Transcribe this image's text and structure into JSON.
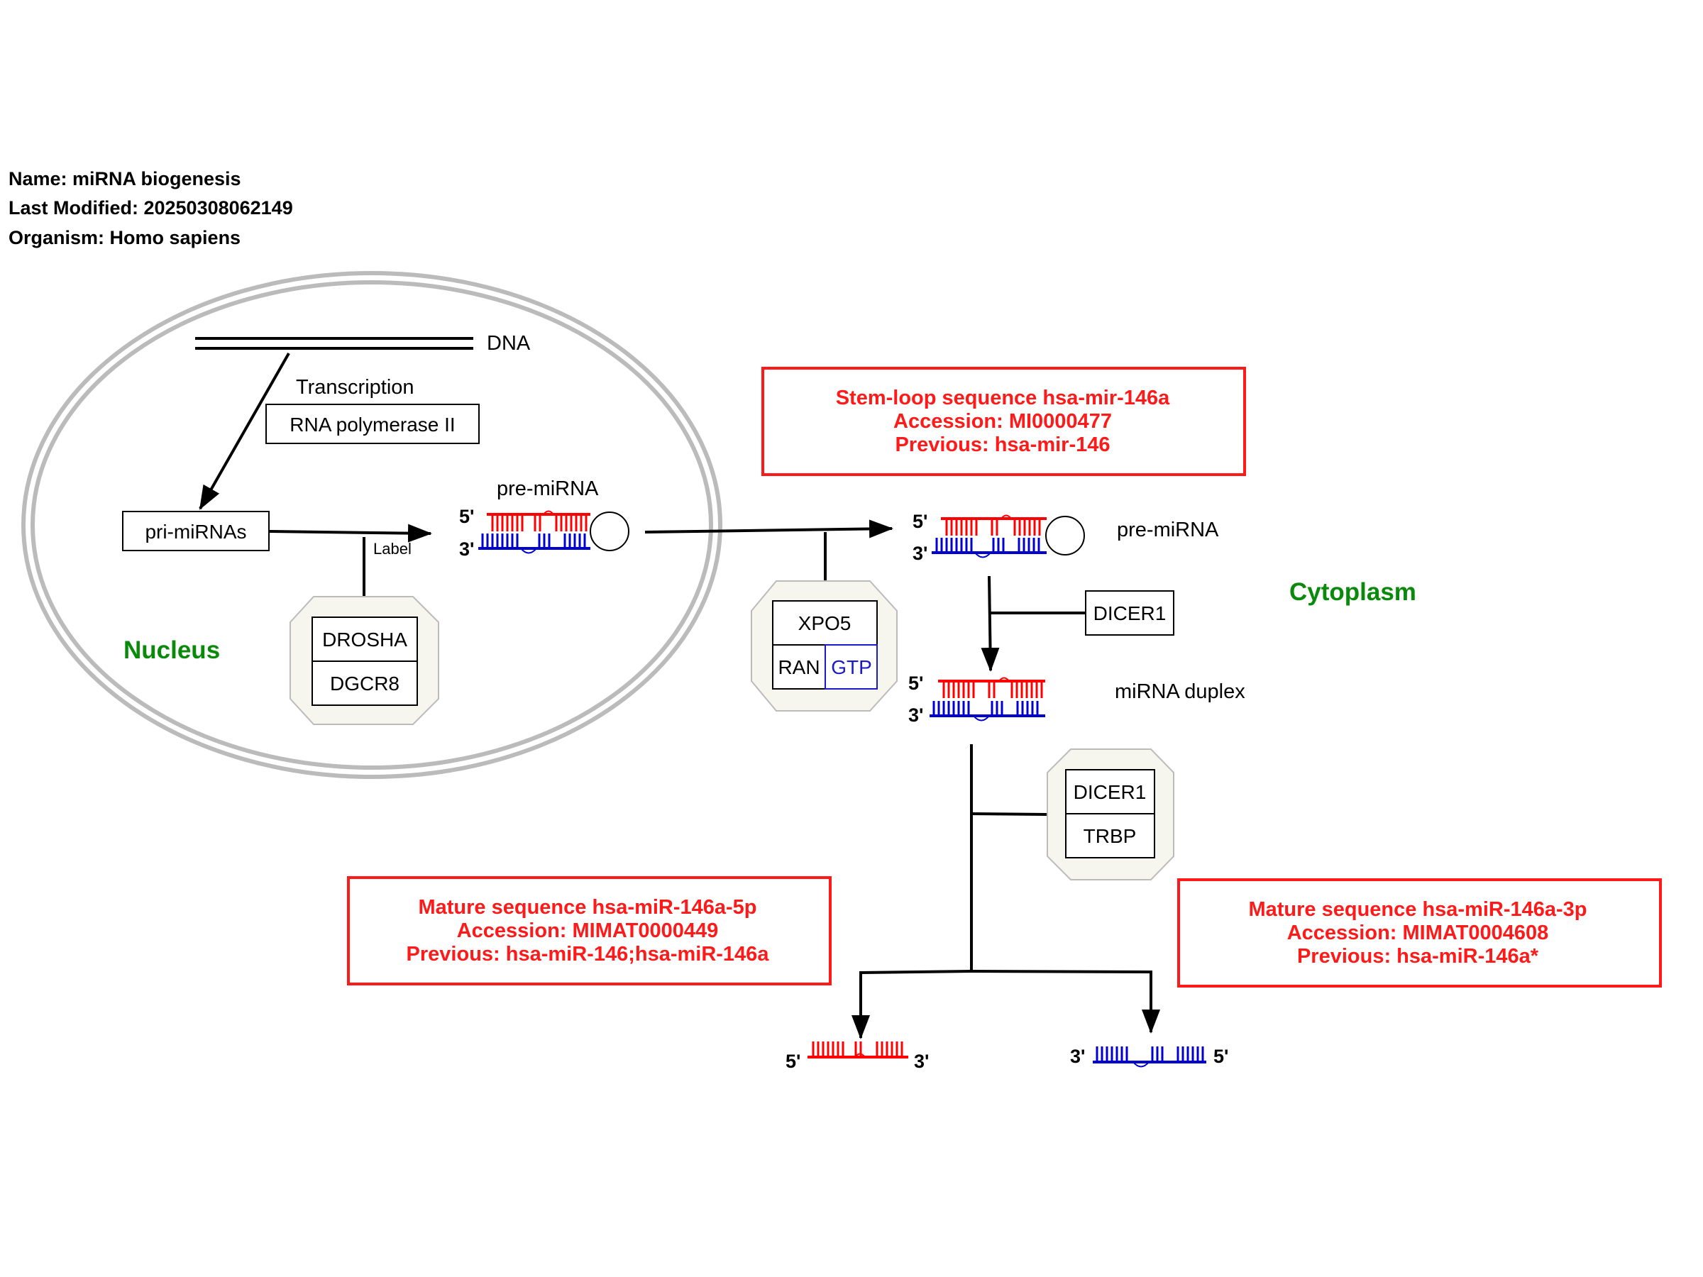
{
  "meta": {
    "name": "Name: miRNA biogenesis",
    "last_modified": "Last Modified: 20250308062149",
    "organism": "Organism: Homo sapiens"
  },
  "compartments": {
    "nucleus": "Nucleus",
    "cytoplasm": "Cytoplasm"
  },
  "labels": {
    "dna": "DNA",
    "transcription": "Transcription",
    "pre_mirna_nucleus": "pre-miRNA",
    "pre_mirna_cytoplasm": "pre-miRNA",
    "mirna_duplex": "miRNA duplex",
    "edge_label": "Label"
  },
  "nodes": {
    "rna_pol": "RNA polymerase II",
    "pri_mirnas": "pri-miRNAs",
    "drosha": "DROSHA",
    "dgcr8": "DGCR8",
    "xpo5": "XPO5",
    "ran": "RAN",
    "gtp": "GTP",
    "dicer1_a": "DICER1",
    "dicer1_b": "DICER1",
    "trbp": "TRBP"
  },
  "primes": {
    "five": "5'",
    "three": "3'"
  },
  "info_boxes": {
    "stem_loop": {
      "line1": "Stem-loop sequence hsa-mir-146a",
      "line2": "Accession: MI0000477",
      "line3": "Previous: hsa-mir-146"
    },
    "mature_5p": {
      "line1": "Mature sequence hsa-miR-146a-5p",
      "line2": "Accession: MIMAT0000449",
      "line3": "Previous: hsa-miR-146;hsa-miR-146a"
    },
    "mature_3p": {
      "line1": "Mature sequence hsa-miR-146a-3p",
      "line2": "Accession: MIMAT0004608",
      "line3": "Previous: hsa-miR-146a*"
    }
  },
  "colors": {
    "strand_5p": "#ff0000",
    "strand_3p": "#0000cc",
    "compartment_label": "#0a8a0a",
    "info_text": "#ff1a1a",
    "gtp_text": "#1a1acc"
  }
}
